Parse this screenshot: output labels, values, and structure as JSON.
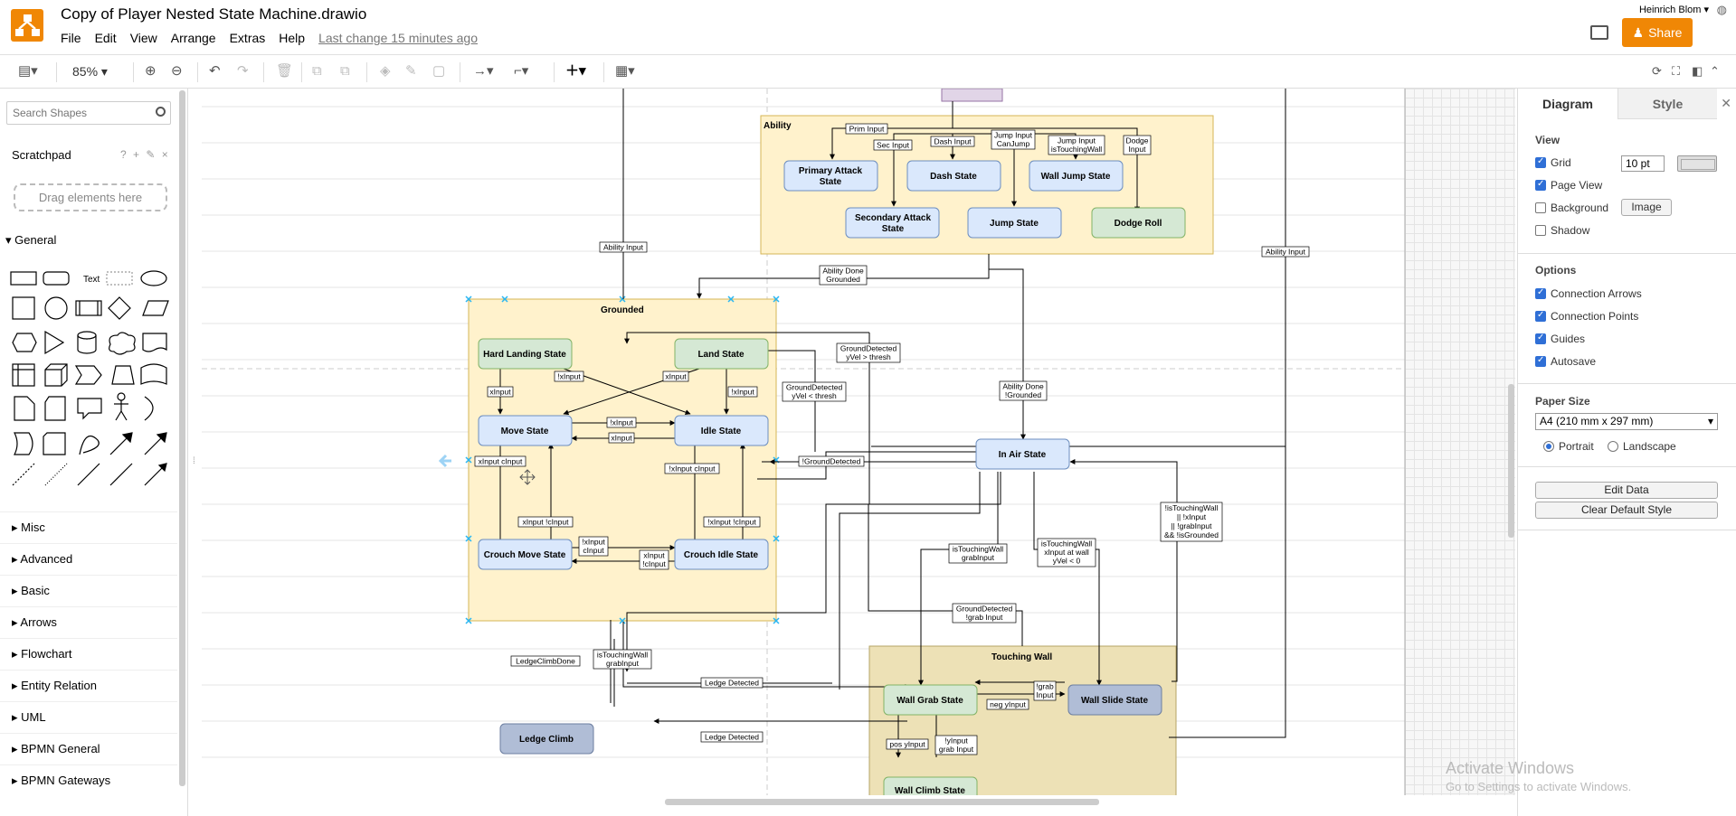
{
  "header": {
    "title": "Copy of Player Nested State Machine.drawio",
    "menus": [
      "File",
      "Edit",
      "View",
      "Arrange",
      "Extras",
      "Help"
    ],
    "last_change": "Last change 15 minutes ago",
    "user_name": "Heinrich Blom",
    "share_label": "Share"
  },
  "toolbar": {
    "zoom": "85%"
  },
  "sidebar": {
    "search_placeholder": "Search Shapes",
    "scratchpad_title": "Scratchpad",
    "scratchpad_tools": "? + ✎ ×",
    "drag_hint": "Drag elements here",
    "general_title": "General",
    "text_shape": "Text",
    "palettes": [
      "Misc",
      "Advanced",
      "Basic",
      "Arrows",
      "Flowchart",
      "Entity Relation",
      "UML",
      "BPMN General",
      "BPMN Gateways"
    ]
  },
  "diagram": {
    "containers": {
      "ability": "Ability",
      "grounded": "Grounded",
      "touching_wall": "Touching Wall"
    },
    "states": {
      "primary_attack": [
        "Primary Attack",
        "State"
      ],
      "dash": "Dash State",
      "wall_jump": "Wall Jump State",
      "secondary_attack": [
        "Secondary Attack",
        "State"
      ],
      "jump": "Jump State",
      "dodge_roll": "Dodge Roll",
      "hard_landing": "Hard Landing State",
      "land": "Land State",
      "move": "Move State",
      "idle": "Idle State",
      "crouch_move": "Crouch Move State",
      "crouch_idle": "Crouch Idle State",
      "in_air": "In Air State",
      "ledge_climb": "Ledge Climb",
      "wall_grab": "Wall Grab State",
      "wall_slide": "Wall Slide State",
      "wall_climb": "Wall Climb State"
    },
    "labels": {
      "prim_input": "Prim Input",
      "sec_input": "Sec Input",
      "dash_input": "Dash Input",
      "jump_canjump": [
        "Jump Input",
        "CanJump"
      ],
      "jump_touchingwall": [
        "Jump Input",
        "isTouchingWall"
      ],
      "dodge_input": [
        "Dodge",
        "Input"
      ],
      "ability_input_left": "Ability Input",
      "ability_input_right": "Ability Input",
      "ability_done_grounded": [
        "Ability Done",
        "Grounded"
      ],
      "ability_done_not_grounded": [
        "Ability Done",
        "!Grounded"
      ],
      "ground_detected_gt": [
        "GroundDetected",
        "yVel > thresh"
      ],
      "ground_detected_lt": [
        "GroundDetected",
        "yVel < thresh"
      ],
      "not_ground_detected": "!GroundDetected",
      "xinput_hl": "xInput",
      "not_xinput_hl": "!xInput",
      "xinput_land": "xInput",
      "not_xinput_land": "!xInput",
      "not_xinput_mi": "!xInput",
      "xinput_im": "xInput",
      "xinput_cinput": "xInput cInput",
      "not_xinput_cinput": "!xInput cInput",
      "xinput_not_cinput": "xInput !cInput",
      "not_xinput_not_cinput": "!xInput !cInput",
      "not_xinput_cinput_2": [
        "!xInput",
        "cInput"
      ],
      "xinput_not_cinput_2": [
        "xInput",
        "!cInput"
      ],
      "touching_wall_grab_left": [
        "isTouchingWall",
        "grabInput"
      ],
      "touching_wall_grab": [
        "isTouchingWall",
        "grabInput"
      ],
      "touching_wall_slide": [
        "isTouchingWall",
        "xInput at wall",
        "yVel < 0"
      ],
      "not_touching_wall": [
        "!isTouchingWall",
        "|| !xInput",
        "|| !grabInput",
        "&& !isGrounded"
      ],
      "ground_detected_grab": [
        "GroundDetected",
        "!grab Input"
      ],
      "ledge_climb_done": "LedgeClimbDone",
      "ledge_detected_1": "Ledge Detected",
      "ledge_detected_2": "Ledge Detected",
      "not_grab_input": [
        "!grab",
        "Input"
      ],
      "neg_yinput": "neg yInput",
      "pos_yinput": "pos yInput",
      "not_yinput_grab": [
        "!yInput",
        "grab Input"
      ]
    }
  },
  "format_panel": {
    "tab_diagram": "Diagram",
    "tab_style": "Style",
    "view_title": "View",
    "grid": "Grid",
    "grid_size": "10 pt",
    "page_view": "Page View",
    "background": "Background",
    "image_button": "Image",
    "shadow": "Shadow",
    "options_title": "Options",
    "connection_arrows": "Connection Arrows",
    "connection_points": "Connection Points",
    "guides": "Guides",
    "autosave": "Autosave",
    "paper_size_title": "Paper Size",
    "paper_size": "A4 (210 mm x 297 mm)",
    "portrait": "Portrait",
    "landscape": "Landscape",
    "edit_data": "Edit Data",
    "clear_style": "Clear Default Style"
  },
  "watermark": {
    "line1": "Activate Windows",
    "line2": "Go to Settings to activate Windows."
  },
  "colors": {
    "accent_orange": "#f08705",
    "container_fill": "#fff2cc",
    "container_stroke": "#d6b656",
    "state_blue": "#dae8fc",
    "state_green": "#d5e8d4",
    "state_gray": "#b0bdd6"
  }
}
